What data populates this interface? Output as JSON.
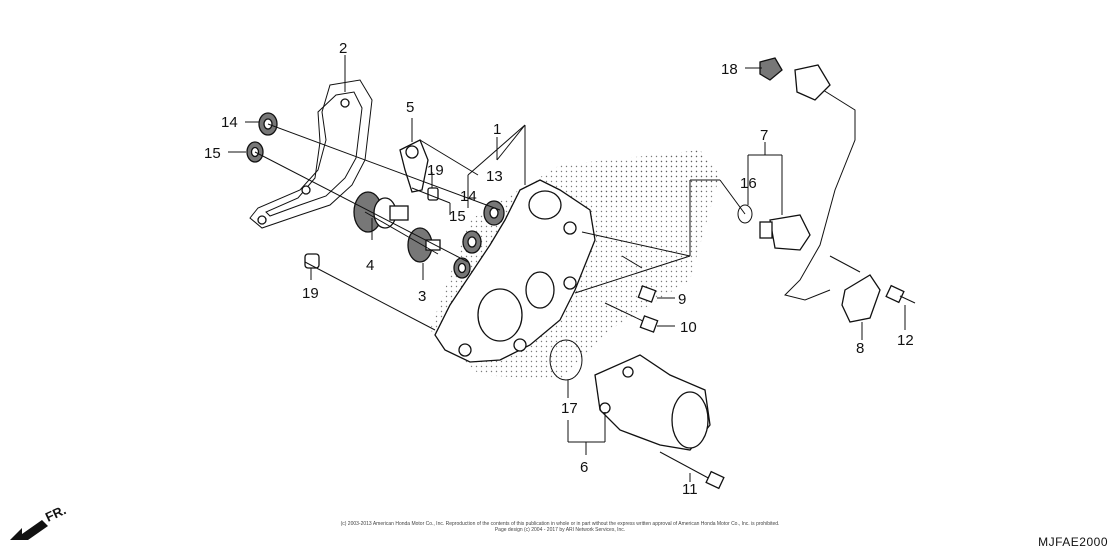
{
  "callouts": [
    "1",
    "2",
    "3",
    "4",
    "5",
    "6",
    "7",
    "8",
    "9",
    "10",
    "11",
    "12",
    "13",
    "14",
    "14",
    "15",
    "15",
    "16",
    "17",
    "18",
    "19",
    "19"
  ],
  "footer": {
    "copyright_line1": "(c) 2003-2013 American Honda Motor Co., Inc. Reproduction of the contents of this publication in whole or in part without the express written approval of American Honda Motor Co., Inc. is prohibited.",
    "copyright_line2": "Page design (c) 2004 - 2017 by ARI Network Services, Inc.",
    "diagram_code": "MJFAE2000",
    "front_label": "FR."
  }
}
